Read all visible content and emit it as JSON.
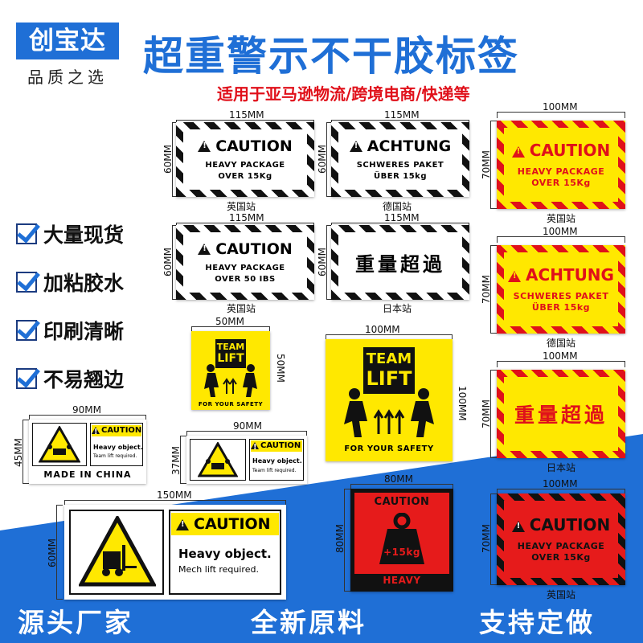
{
  "brand": {
    "name": "创宝达",
    "tagline": "品质之选"
  },
  "title": "超重警示不干胶标签",
  "subtitle": "适用于亚马逊物流/跨境电商/快递等",
  "features": [
    "大量现货",
    "加粘胶水",
    "印刷清晰",
    "不易翘边"
  ],
  "labels": {
    "l1": {
      "w": "115MM",
      "h": "60MM",
      "head": "CAUTION",
      "line1": "HEAVY PACKAGE",
      "line2": "OVER 15Kg",
      "site": "英国站"
    },
    "l2": {
      "w": "115MM",
      "h": "60MM",
      "head": "ACHTUNG",
      "line1": "SCHWERES PAKET",
      "line2": "ÜBER 15kg",
      "site": "德国站"
    },
    "l3": {
      "w": "100MM",
      "h": "70MM",
      "head": "CAUTION",
      "line1": "HEAVY PACKAGE",
      "line2": "OVER 15Kg",
      "site": "英国站"
    },
    "l4": {
      "w": "115MM",
      "h": "60MM",
      "head": "CAUTION",
      "line1": "HEAVY PACKAGE",
      "line2": "OVER 50 IBS",
      "site": "英国站"
    },
    "l5": {
      "w": "115MM",
      "h": "60MM",
      "text": "重量超過",
      "site": "日本站"
    },
    "l6": {
      "w": "100MM",
      "h": "70MM",
      "head": "ACHTUNG",
      "line1": "SCHWERES PAKET",
      "line2": "ÜBER 15kg",
      "site": "德国站"
    },
    "l7": {
      "w": "50MM",
      "h": "50MM",
      "team": "TEAM",
      "lift": "LIFT",
      "footer": "FOR YOUR SAFETY"
    },
    "l8": {
      "w": "100MM",
      "h": "100MM",
      "team": "TEAM",
      "lift": "LIFT",
      "footer": "FOR YOUR SAFETY"
    },
    "l9": {
      "w": "100MM",
      "h": "70MM",
      "text": "重量超過",
      "site": "日本站"
    },
    "l10": {
      "w": "90MM",
      "h": "45MM",
      "head": "CAUTION",
      "line1": "Heavy object.",
      "line2": "Team lift required.",
      "footer": "MADE IN CHINA"
    },
    "l11": {
      "w": "90MM",
      "h": "37MM",
      "head": "CAUTION",
      "line1": "Heavy object.",
      "line2": "Team lift required."
    },
    "l12": {
      "w": "150MM",
      "h": "60MM",
      "head": "CAUTION",
      "line1": "Heavy object.",
      "line2": "Mech lift required."
    },
    "l13": {
      "w": "80MM",
      "h": "80MM",
      "head": "CAUTION",
      "weight": "+15kg",
      "footer": "HEAVY"
    },
    "l14": {
      "w": "100MM",
      "h": "70MM",
      "head": "CAUTION",
      "line1": "HEAVY PACKAGE",
      "line2": "OVER 15Kg",
      "site": "英国站"
    }
  },
  "bottom": [
    "源头厂家",
    "全新原料",
    "支持定做"
  ],
  "colors": {
    "blue": "#1f6fd6",
    "red": "#e0101a",
    "yellow": "#ffe800"
  }
}
